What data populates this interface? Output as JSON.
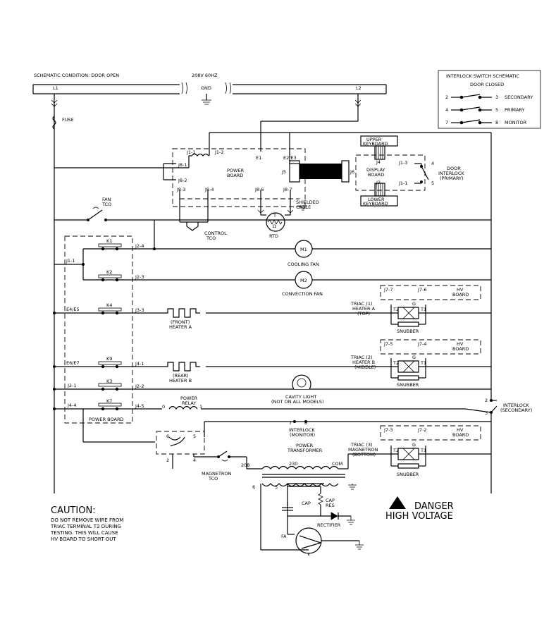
{
  "header": {
    "condition": "SCHEMATIC CONDITION: DOOR OPEN",
    "supply": "208V 60HZ",
    "l1": "L1",
    "l2": "L2",
    "gnd": "GND"
  },
  "interlock_box": {
    "title": "INTERLOCK SWITCH SCHEMATIC",
    "subtitle": "DOOR CLOSED",
    "rows": [
      {
        "left": "2",
        "right": "3",
        "label": "SECONDARY"
      },
      {
        "left": "4",
        "right": "5",
        "label": "PRIMARY"
      },
      {
        "left": "7",
        "right": "8",
        "label": "MONITOR"
      }
    ]
  },
  "power_board": {
    "j1_1": "J1-1",
    "j1_2": "J1-2",
    "e1": "E1",
    "e2e3": "E2/E3",
    "j8_1": "J8-1",
    "j8_2": "J8-2",
    "j8_3": "J8-3",
    "j8_4": "J8-4",
    "j8_6": "J8-6",
    "j8_7": "J8-7",
    "j5": "J5",
    "j6": "J6",
    "title1": "POWER",
    "title2": "BOARD",
    "shielded1": "SHIELDED",
    "shielded2": "CABLE",
    "control1": "CONTROL",
    "control2": "TCO",
    "rtd": "RTD",
    "rtd_t": "T",
    "rtd_omega": "Ω"
  },
  "display": {
    "upper1": "UPPER",
    "upper2": "KEYBOARD",
    "j4": "J4",
    "disp1": "DISPLAY",
    "disp2": "BOARD",
    "j3": "J3",
    "lower1": "LOWER",
    "lower2": "KEYBOARD",
    "j1_3": "J1-3",
    "j1_1": "J1-1",
    "p4": "4",
    "p5": "5",
    "door1": "DOOR",
    "door2": "INTERLOCK",
    "door3": "(PRIMARY)"
  },
  "left": {
    "fuse": "FUSE",
    "fan1": "FAN",
    "fan2": "TCO",
    "j1_1": "J1-1",
    "k1": "K1",
    "k2": "K2",
    "k4": "K4",
    "k9": "K9",
    "k3": "K3",
    "k7": "K7",
    "e4e5": "E4/E5",
    "e6e7": "E6/E7",
    "j2_1": "J2-1",
    "j4_4": "J4-4",
    "power_board": "POWER BOARD",
    "j2_4": "J2-4",
    "j2_3": "J2-3",
    "j3_3": "J3-3",
    "j4_1": "J4-1",
    "j2_2": "J2-2",
    "j4_5": "J4-5"
  },
  "loads": {
    "m1": "M1",
    "cooling": "COOLING FAN",
    "m2": "M2",
    "convection": "CONVECTION FAN",
    "heaterA1": "(FRONT)",
    "heaterA2": "HEATER A",
    "heaterB1": "(REAR)",
    "heaterB2": "HEATER B",
    "cavity1": "CAVITY LIGHT",
    "cavity2": "(NOT ON ALL MODELS)",
    "relay1": "POWER",
    "relay2": "RELAY",
    "relay_0": "0",
    "relay_1": "1",
    "interlock_mon1": "INTERLOCK",
    "interlock_mon2": "(MONITOR)",
    "mon7": "7",
    "mon8": "8",
    "interlock_sec1": "INTERLOCK",
    "interlock_sec2": "(SECONDARY)",
    "sec2": "2",
    "sec3": "3",
    "xfmr1": "POWER",
    "xfmr2": "TRANSFORMER",
    "mag1": "MAGNETRON",
    "mag2": "TCO",
    "p6a": "6",
    "p5a": "5",
    "p2": "2",
    "p4": "4"
  },
  "triacs": [
    {
      "j_left": "J7-7",
      "j_right": "J7-6",
      "hv1": "HV",
      "hv2": "BOARD",
      "name1": "TRIAC (1)",
      "name2": "HEATER A",
      "name3": "(TOP)",
      "t2": "T2",
      "g": "G",
      "t1": "T1",
      "snubber": "SNUBBER"
    },
    {
      "j_left": "J7-5",
      "j_right": "J7-4",
      "hv1": "HV",
      "hv2": "BOARD",
      "name1": "TRIAC (2)",
      "name2": "HEATER B",
      "name3": "(MIDDLE)",
      "t2": "T2",
      "g": "G",
      "t1": "T1",
      "snubber": "SNUBBER"
    },
    {
      "j_left": "J7-3",
      "j_right": "J7-2",
      "hv1": "HV",
      "hv2": "BOARD",
      "name1": "TRIAC (3)",
      "name2": "MAGNETRON",
      "name3": "(BOTTOM)",
      "t2": "T2",
      "g": "G",
      "t1": "T1",
      "snubber": "SNUBBER"
    }
  ],
  "hv": {
    "t208": "208",
    "t230": "230",
    "com": "COM",
    "t6": "6",
    "t5": "5",
    "cap": "CAP",
    "cap_res1": "CAP",
    "cap_res2": "RES",
    "rectifier": "RECTIFIER",
    "fa": "FA"
  },
  "caution": {
    "title": "CAUTION:",
    "line1": "DO NOT REMOVE WIRE FROM",
    "line2": "TRIAC TERMINAL T2 DURING",
    "line3": "TESTING. THIS WILL CAUSE",
    "line4": "HV BOARD TO SHORT OUT"
  },
  "danger": {
    "line1": "DANGER",
    "line2": "HIGH VOLTAGE"
  }
}
